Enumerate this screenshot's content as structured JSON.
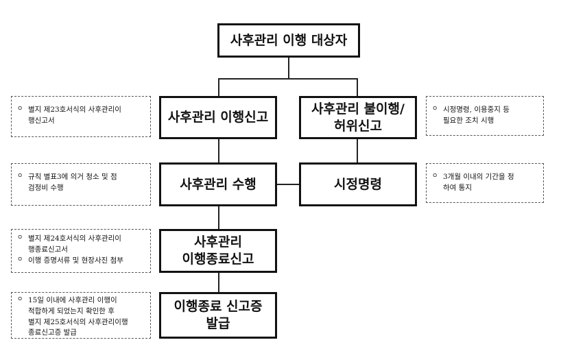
{
  "boxes": {
    "target": "사후관리 이행 대상자",
    "report": "사후관리 이행신고",
    "nonperf": "사후관리 불이행/ 허위신고",
    "perform": "사후관리 수행",
    "order": "시정명령",
    "complete_line1": "사후관리",
    "complete_line2": "이행종료신고",
    "cert_line1": "이행종료 신고증",
    "cert_line2": "발급"
  },
  "notes": {
    "bullet": "ㅇ",
    "report": "별지 제23호서식의 사후관리이\n행신고서",
    "perform": "규칙 별표3에 의거 청소 및 점\n검정비 수행",
    "complete_1": "별지 제24호서식의 사후관리이\n행종료신고서",
    "complete_2": "이행 증명서류 및 현장사진 첨부",
    "cert": "15일 이내에 사후관리 이행이\n적합하게 되었는지 확인한 후\n별지 제25호서식의 사후관리이행\n종료신고증 발급",
    "nonperf": "시정명령, 이용중지 등\n필요한 조치 시행",
    "order": "3개월 이내의 기간을 정\n하여 통지"
  }
}
